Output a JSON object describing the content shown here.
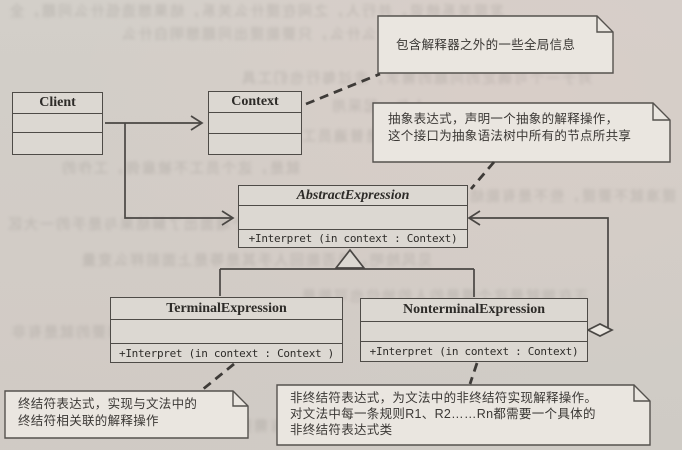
{
  "page_background": {
    "description": "scanned book page with mirrored ink bleed-through (illegible)",
    "bleedthrough": [
      "发现关系统说，并行人，之间在提什么关系，结果想造低什么问题，全",
      "么什么，只要能提出问题想明白什么",
      "对于一个可确定的问题的需求，走过每行也们工具",
      "人与一起采用",
      "是是普遍员工",
      "就是，这个员工不被雇佣，工作的",
      "提准就不要提，些不是有能结合分的",
      "错误，在问题上面，经过这个端面出了解结果与是手的一大区",
      "见风险吧，是否能回人手其是等是上面前样么变量",
      "正在端就是这个模是的人的地位也可能是",
      "错误，其实不可能会上提需要的就是有非",
      "个个都在，一点当然也没有需要是会给面前非"
    ]
  },
  "diagram": {
    "pattern": "Interpreter (UML class diagram)",
    "classes": {
      "client": {
        "name": "Client"
      },
      "context": {
        "name": "Context"
      },
      "abstract": {
        "name": "AbstractExpression",
        "method": "+Interpret (in context : Context)"
      },
      "terminal": {
        "name": "TerminalExpression",
        "method": "+Interpret (in context : Context )"
      },
      "nonterminal": {
        "name": "NonterminalExpression",
        "method": "+Interpret (in context : Context)"
      }
    },
    "notes": {
      "context_note": {
        "line1": "包含解释器之外的一些全局信息"
      },
      "abstract_note": {
        "line1": "抽象表达式，声明一个抽象的解释操作，",
        "line2": "这个接口为抽象语法树中所有的节点所共享"
      },
      "terminal_note": {
        "line1": "终结符表达式，实现与文法中的",
        "line2": "终结符相关联的解释操作"
      },
      "nonterminal_note": {
        "line1": "非终结符表达式，为文法中的非终结符实现解释操作。",
        "line2": "对文法中每一条规则R1、R2……Rn都需要一个具体的",
        "line3": "非终结符表达式类"
      }
    },
    "relationships": [
      {
        "from": "Client",
        "to": "Context",
        "type": "association-open-arrow"
      },
      {
        "from": "Client",
        "to": "AbstractExpression",
        "type": "association-open-arrow"
      },
      {
        "from": "TerminalExpression",
        "to": "AbstractExpression",
        "type": "generalization-hollow-triangle"
      },
      {
        "from": "NonterminalExpression",
        "to": "AbstractExpression",
        "type": "generalization-hollow-triangle"
      },
      {
        "from": "NonterminalExpression",
        "to": "AbstractExpression",
        "type": "aggregation-hollow-diamond"
      }
    ],
    "colors": {
      "page": "#d2cec8",
      "note_fill": "#eae6e0",
      "class_fill": "#dcd8d2",
      "line": "#4a4744",
      "text": "#3b3835"
    }
  }
}
